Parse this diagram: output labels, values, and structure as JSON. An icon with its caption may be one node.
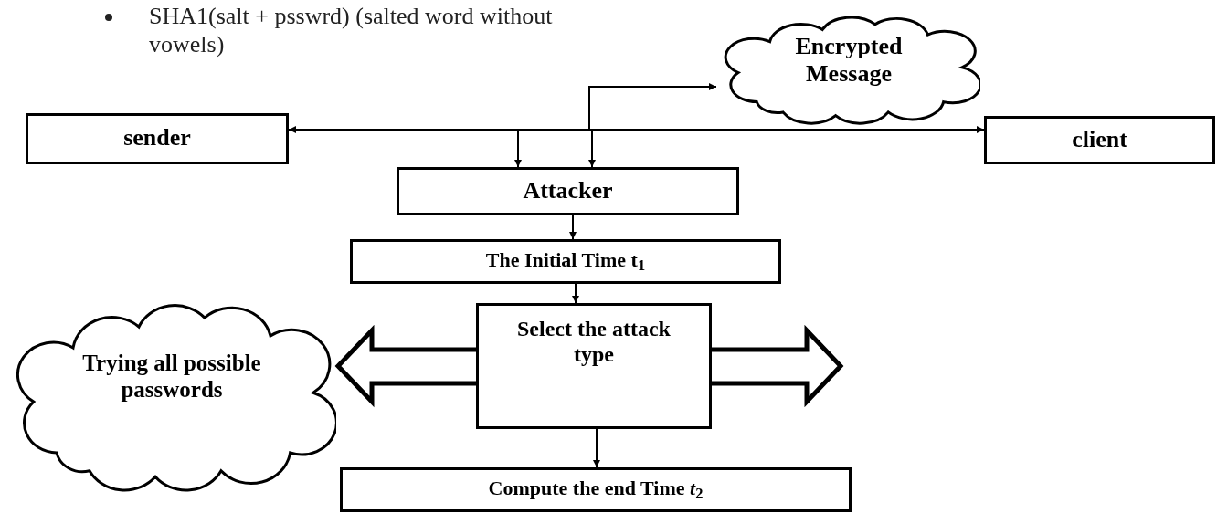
{
  "diagram": {
    "nodes": [
      {
        "text": [
          "sender"
        ]
      },
      {
        "text": [
          "Encrypted Message"
        ]
      },
      {
        "text": [
          "client"
        ]
      },
      {
        "text": [
          "Attacker"
        ]
      },
      {
        "text": [
          "The Initial Time t$_{1}$"
        ]
      },
      {
        "text": [
          "Select the attack type"
        ]
      },
      {
        "text": [
          "Trying all possible passwords"
        ]
      },
      {
        "text": [
          "Compute the end Time  *t*$_{2}$"
        ]
      }
    ],
    "edges": [
      {
        "from": 0,
        "to": 2,
        "arrow": "both"
      },
      {
        "from": 0,
        "to": 3,
        "arrow": "to"
      },
      {
        "from": 2,
        "to": 3,
        "arrow": "to"
      },
      {
        "from": 0,
        "to": 1,
        "arrow": "to"
      },
      {
        "from": 3,
        "to": 4,
        "arrow": "to"
      },
      {
        "from": 4,
        "to": 5,
        "arrow": "to"
      },
      {
        "from": 5,
        "to": 7,
        "arrow": "to"
      },
      {
        "from": 5,
        "to": 6,
        "arrow": "to",
        "style": "thick"
      },
      {
        "from": 5,
        "to": null,
        "arrow": "to",
        "style": "thick"
      }
    ],
    "labels": [
      "SHA1(salt + psswrd) (salted word without vowels)"
    ]
  }
}
